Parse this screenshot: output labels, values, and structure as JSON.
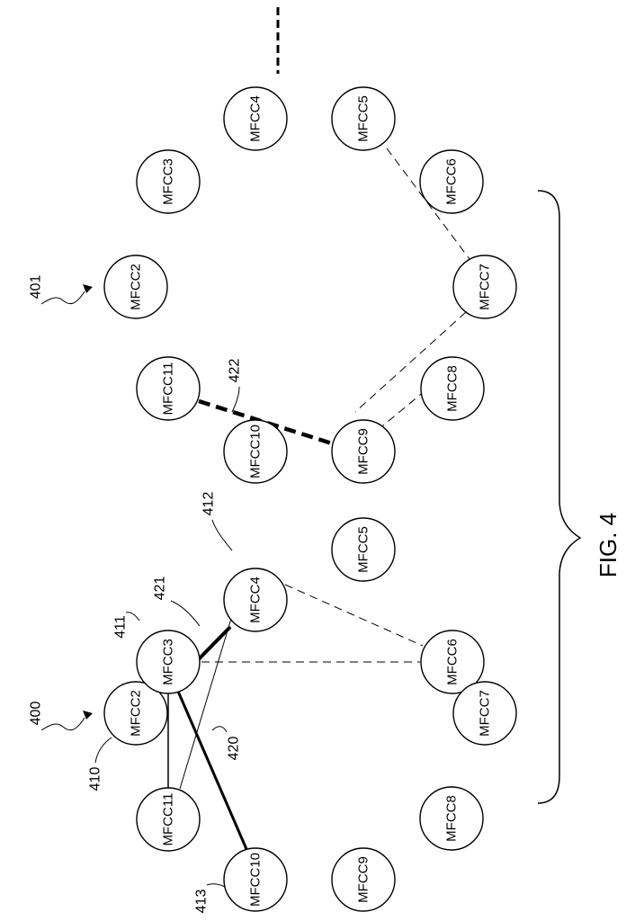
{
  "figure_label": "FIG. 4",
  "ellipsis": "-----",
  "references": {
    "r400": "400",
    "r401": "401",
    "r410": "410",
    "r411": "411",
    "r412": "412",
    "r413": "413",
    "r420": "420",
    "r421": "421",
    "r422": "422"
  },
  "diagram_400": {
    "nodes": {
      "mfcc2": "MFCC2",
      "mfcc3": "MFCC3",
      "mfcc4": "MFCC4",
      "mfcc5": "MFCC5",
      "mfcc6": "MFCC6",
      "mfcc7": "MFCC7",
      "mfcc8": "MFCC8",
      "mfcc9": "MFCC9",
      "mfcc10": "MFCC10",
      "mfcc11": "MFCC11"
    }
  },
  "diagram_401": {
    "nodes": {
      "mfcc2": "MFCC2",
      "mfcc3": "MFCC3",
      "mfcc4": "MFCC4",
      "mfcc5": "MFCC5",
      "mfcc6": "MFCC6",
      "mfcc7": "MFCC7",
      "mfcc8": "MFCC8",
      "mfcc9": "MFCC9",
      "mfcc10": "MFCC10",
      "mfcc11": "MFCC11"
    }
  }
}
